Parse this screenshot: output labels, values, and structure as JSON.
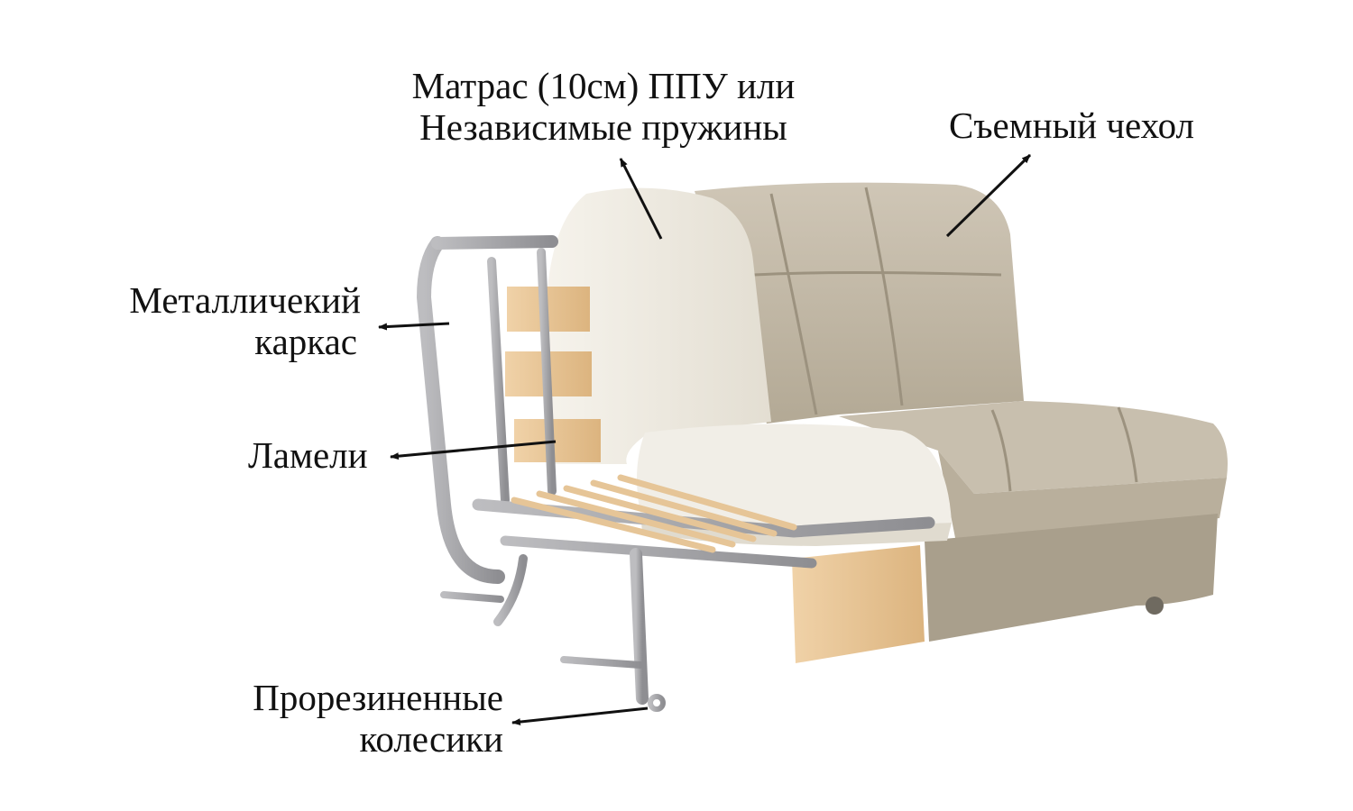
{
  "labels": {
    "mattress": {
      "line1": "Матрас (10см) ППУ или",
      "line2": "Независимые пружины"
    },
    "cover": "Съемный чехол",
    "frame": {
      "line1": "Металличекий",
      "line2": "каркас"
    },
    "slats": "Ламели",
    "wheels": {
      "line1": "Прорезиненные",
      "line2": "колесики"
    }
  },
  "colors": {
    "fabric": "#c2b8a6",
    "fabric_dark": "#a89e8c",
    "foam": "#efece4",
    "wood": "#e9c79a",
    "metal": "#a7a7aa",
    "text": "#111111"
  }
}
